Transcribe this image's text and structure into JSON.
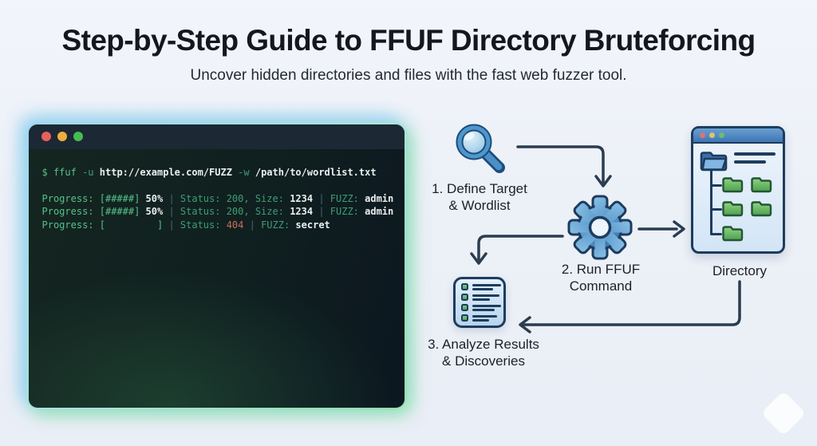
{
  "header": {
    "title": "Step-by-Step Guide to FFUF Directory Bruteforcing",
    "subtitle": "Uncover hidden directories and files with the fast web fuzzer tool."
  },
  "terminal": {
    "window_controls": [
      "close",
      "minimize",
      "zoom"
    ],
    "lines": [
      {
        "segments": [
          {
            "t": "$ ffuf ",
            "c": "g"
          },
          {
            "t": "-u ",
            "c": "gd"
          },
          {
            "t": "http://example.com/FUZZ ",
            "c": "w"
          },
          {
            "t": "-w ",
            "c": "gd"
          },
          {
            "t": "/path/to/wordlist.txt",
            "c": "w"
          }
        ]
      },
      {
        "segments": []
      },
      {
        "segments": [
          {
            "t": "Progress: [#####] ",
            "c": "g"
          },
          {
            "t": "50% ",
            "c": "w"
          },
          {
            "t": "| ",
            "c": "p"
          },
          {
            "t": "Status: 200, Size: ",
            "c": "gd"
          },
          {
            "t": "1234 ",
            "c": "w"
          },
          {
            "t": "| ",
            "c": "p"
          },
          {
            "t": "FUZZ: ",
            "c": "gd"
          },
          {
            "t": "admin",
            "c": "w"
          }
        ]
      },
      {
        "segments": [
          {
            "t": "Progress: [#####] ",
            "c": "g"
          },
          {
            "t": "50% ",
            "c": "w"
          },
          {
            "t": "| ",
            "c": "p"
          },
          {
            "t": "Status: 200, Size: ",
            "c": "gd"
          },
          {
            "t": "1234 ",
            "c": "w"
          },
          {
            "t": "| ",
            "c": "p"
          },
          {
            "t": "FUZZ: ",
            "c": "gd"
          },
          {
            "t": "admin",
            "c": "w"
          }
        ]
      },
      {
        "segments": [
          {
            "t": "Progress: [         ] ",
            "c": "g"
          },
          {
            "t": "| ",
            "c": "p"
          },
          {
            "t": "Status: ",
            "c": "gd"
          },
          {
            "t": "404 ",
            "c": "r"
          },
          {
            "t": "| ",
            "c": "p"
          },
          {
            "t": "FUZZ: ",
            "c": "gd"
          },
          {
            "t": "secret",
            "c": "w"
          }
        ]
      }
    ]
  },
  "flow": {
    "step1": {
      "line1": "1. Define Target",
      "line2": "& Wordlist",
      "icon": "magnifier-icon"
    },
    "step2": {
      "line1": "2. Run FFUF",
      "line2": "Command",
      "icon": "gear-icon"
    },
    "step3": {
      "line1": "3. Analyze Results",
      "line2": "& Discoveries",
      "icon": "results-list-icon"
    },
    "directory": {
      "label": "Directory",
      "icon": "directory-window-icon"
    }
  },
  "colors": {
    "page_background": "#ecf0f7",
    "arrow": "#2b3c50",
    "terminal_titlebar": "#1c2834",
    "terminal_green": "#55c28c",
    "terminal_green_dim": "#3e9e75",
    "terminal_white": "#e9efef",
    "status_404_red": "#cf6a5e",
    "glow_cyan": "#9ed9f2",
    "glow_green": "#8fe0a2",
    "icon_blue": "#3f7fb8",
    "folder_green": "#5cb96a"
  }
}
